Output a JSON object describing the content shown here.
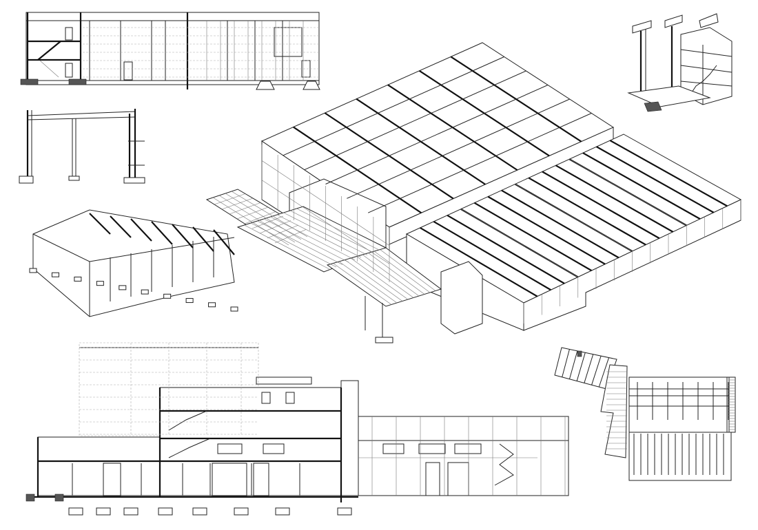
{
  "sheet": {
    "colors": {
      "line": "#222222",
      "thin_line": "#777777",
      "background": "#ffffff",
      "fill_dark": "#555555"
    },
    "drawings": [
      {
        "kind": "elevation"
      },
      {
        "kind": "frame-section"
      },
      {
        "kind": "isometric-tower"
      },
      {
        "kind": "isometric-building"
      },
      {
        "kind": "long-section"
      },
      {
        "kind": "floor-plan"
      }
    ]
  }
}
